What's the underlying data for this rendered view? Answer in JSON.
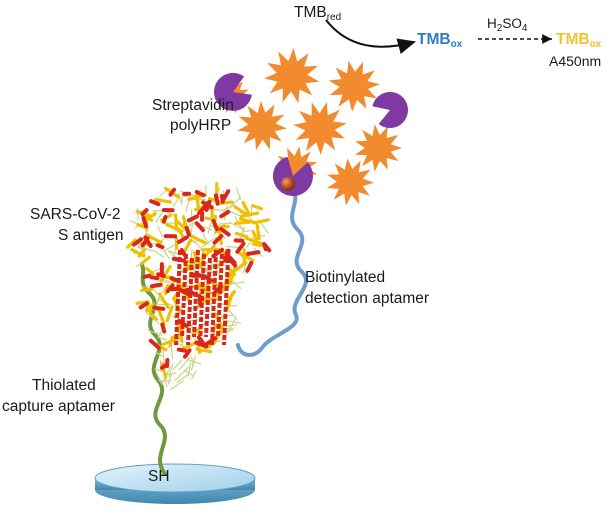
{
  "colors": {
    "hrp_star": "#f28a2e",
    "streptavidin": "#7e3aa2",
    "biotin": "#b5481a",
    "detection_aptamer": "#6e9ccc",
    "capture_aptamer": "#6e9a3c",
    "protein_helix": "#d9271b",
    "protein_sheet": "#f0c000",
    "protein_loop": "#c9d487",
    "tmb_ox_blue": "#2e7dc1",
    "tmb_ox_yellow": "#f2c12e",
    "surface": "#b7dcef",
    "surface_edge": "#5ea2c4"
  },
  "icons": {
    "hrp": "orange-star-icon",
    "streptavidin": "purple-pacman-icon",
    "biotin": "orange-ball-icon",
    "surface": "disc-surface-icon"
  },
  "labels": {
    "tmb_red_main": "TMB",
    "tmb_red_sub": "red",
    "tmb_ox1_main": "TMB",
    "tmb_ox1_sub": "ox",
    "h2so4_h": "H",
    "h2so4_2": "2",
    "h2so4_so": "SO",
    "h2so4_4": "4",
    "tmb_ox2_main": "TMB",
    "tmb_ox2_sub": "ox",
    "a450": "A450nm",
    "streptavidin_line1": "Streptavidin",
    "streptavidin_line2": "polyHRP",
    "sars_line1": "SARS-CoV-2",
    "sars_line2": "S antigen",
    "biotinylated_line1": "Biotinylated",
    "biotinylated_line2": "detection aptamer",
    "thiolated_line1": "Thiolated",
    "thiolated_line2": "capture aptamer",
    "sh": "SH"
  }
}
